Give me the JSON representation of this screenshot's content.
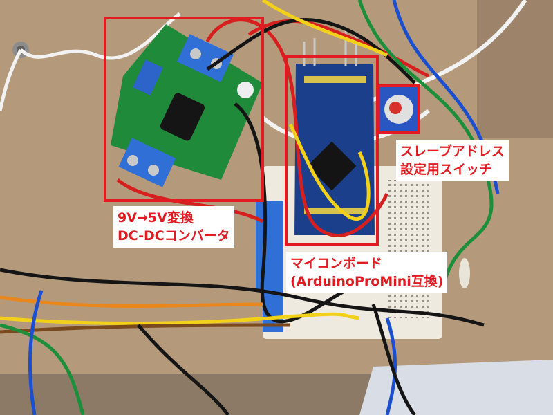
{
  "annotations": {
    "dcdc": {
      "line1": "9V→5V変換",
      "line2": "DC-DCコンバータ"
    },
    "micro": {
      "line1": "マイコンボード",
      "line2": "(ArduinoProMini互換)"
    },
    "switch": {
      "line1": "スレーブアドレス",
      "line2": "設定用スイッチ"
    }
  },
  "colors": {
    "highlight": "#e21b22",
    "label_bg": "#ffffff",
    "cardboard": "#b49a7b",
    "pcb_green": "#1f8a3a",
    "pcb_blue": "#1b3f8a",
    "terminal_blue": "#2f6fd6",
    "breadboard": "#efeae0"
  }
}
